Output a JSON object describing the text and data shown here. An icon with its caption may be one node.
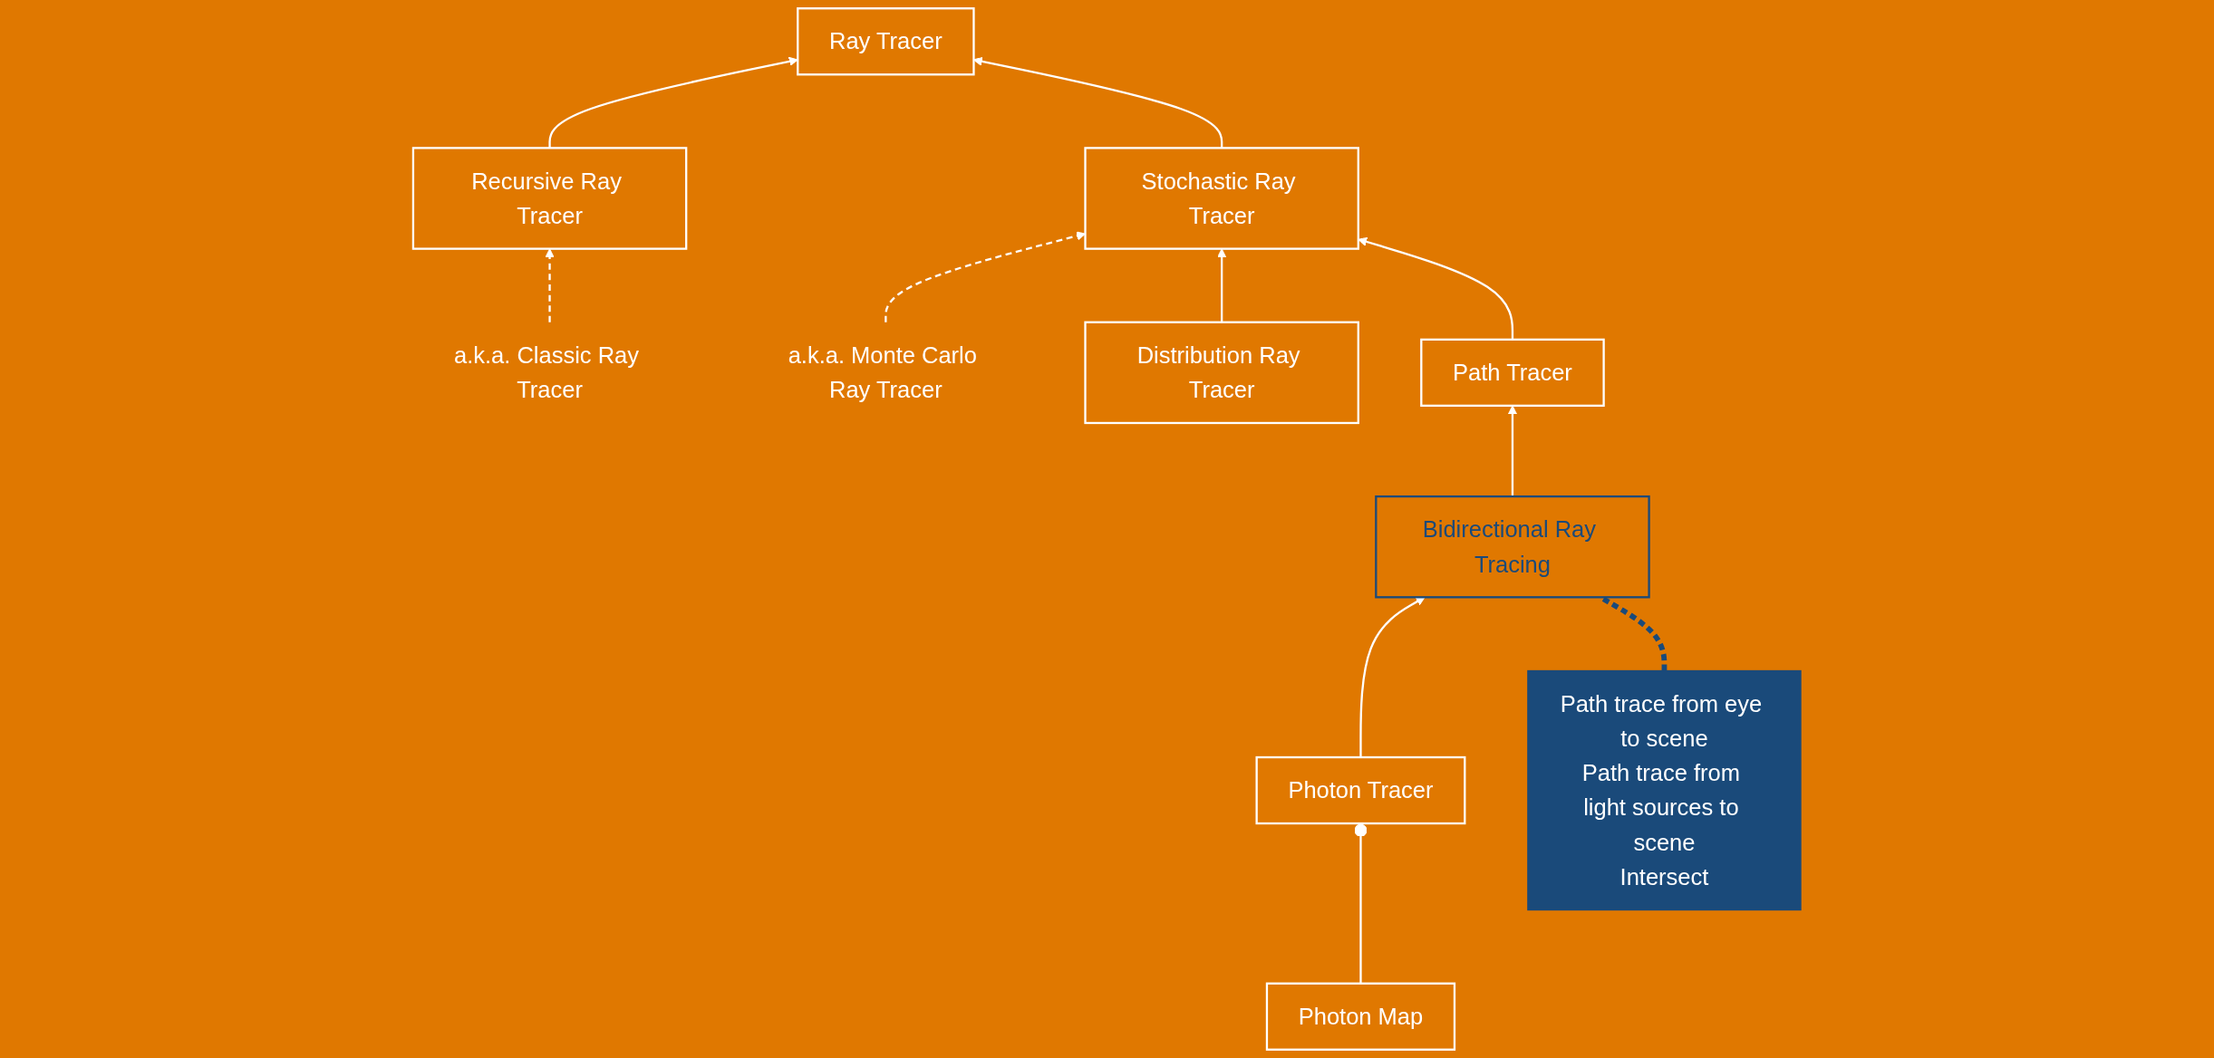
{
  "diagram": {
    "nodes": [
      {
        "text": [
          "Ray Tracer"
        ]
      },
      {
        "text": [
          "Recursive Ray Tracer"
        ]
      },
      {
        "text": [
          "a.k.a. Classic Ray Tracer"
        ]
      },
      {
        "text": [
          "Stochastic Ray Tracer"
        ]
      },
      {
        "text": [
          "a.k.a. Monte Carlo Ray Tracer"
        ]
      },
      {
        "text": [
          "Distribution Ray Tracer"
        ]
      },
      {
        "text": [
          "Path Tracer"
        ]
      },
      {
        "text": [
          "Path trace from eye to scene",
          "Path trace from light sources to scene",
          "Intersect"
        ]
      },
      {
        "text": [
          "Bidirectional Ray Tracing"
        ]
      },
      {
        "text": [
          "Photon Tracer"
        ]
      },
      {
        "text": [
          "Photon Map"
        ]
      }
    ],
    "edges": [
      {
        "from": 1,
        "to": 0,
        "arrow": "to"
      },
      {
        "from": 3,
        "to": 0,
        "arrow": "to"
      },
      {
        "from": 2,
        "to": 1,
        "arrow": "to",
        "style": "dashed"
      },
      {
        "from": 4,
        "to": 3,
        "arrow": "to",
        "style": "dashed"
      },
      {
        "from": 5,
        "to": 3,
        "arrow": "to"
      },
      {
        "from": 6,
        "to": 3,
        "arrow": "to"
      },
      {
        "from": 8,
        "to": 6,
        "arrow": "to"
      },
      {
        "from": 9,
        "to": 8,
        "arrow": "to"
      },
      {
        "from": 7,
        "to": 8,
        "arrow": "none",
        "style": "dashed",
        "color": "#1a4a7a"
      },
      {
        "from": 10,
        "to": 9,
        "arrow": "other"
      }
    ]
  }
}
